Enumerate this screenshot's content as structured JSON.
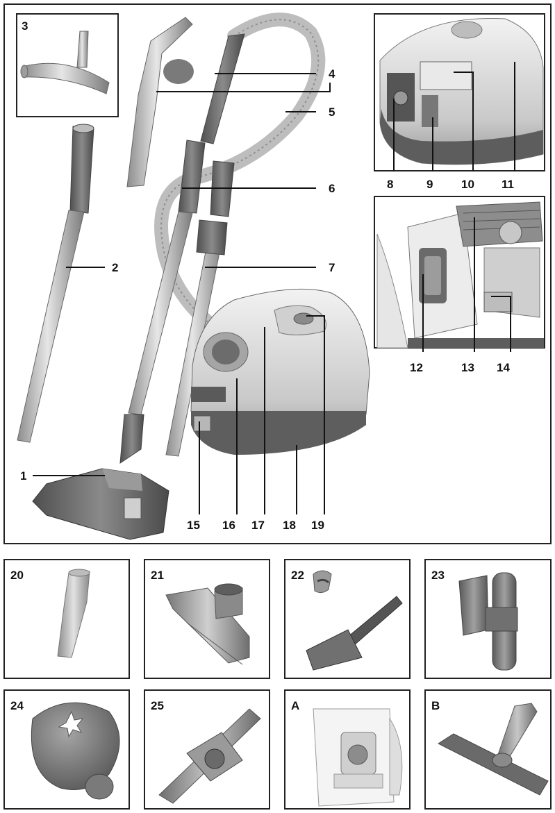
{
  "main_labels": [
    "1",
    "2",
    "3",
    "4",
    "5",
    "6",
    "7",
    "8",
    "9",
    "10",
    "11",
    "12",
    "13",
    "14",
    "15",
    "16",
    "17",
    "18",
    "19"
  ],
  "accessory_labels": [
    "20",
    "21",
    "22",
    "23",
    "24",
    "25",
    "A",
    "B"
  ],
  "colors": {
    "frame": "#222222",
    "metal_light": "#d7d7d7",
    "metal_mid": "#a9a9a9",
    "metal_dark": "#6f6f6f",
    "body_light": "#e4e4e4",
    "body_dark": "#5c5c5c"
  }
}
